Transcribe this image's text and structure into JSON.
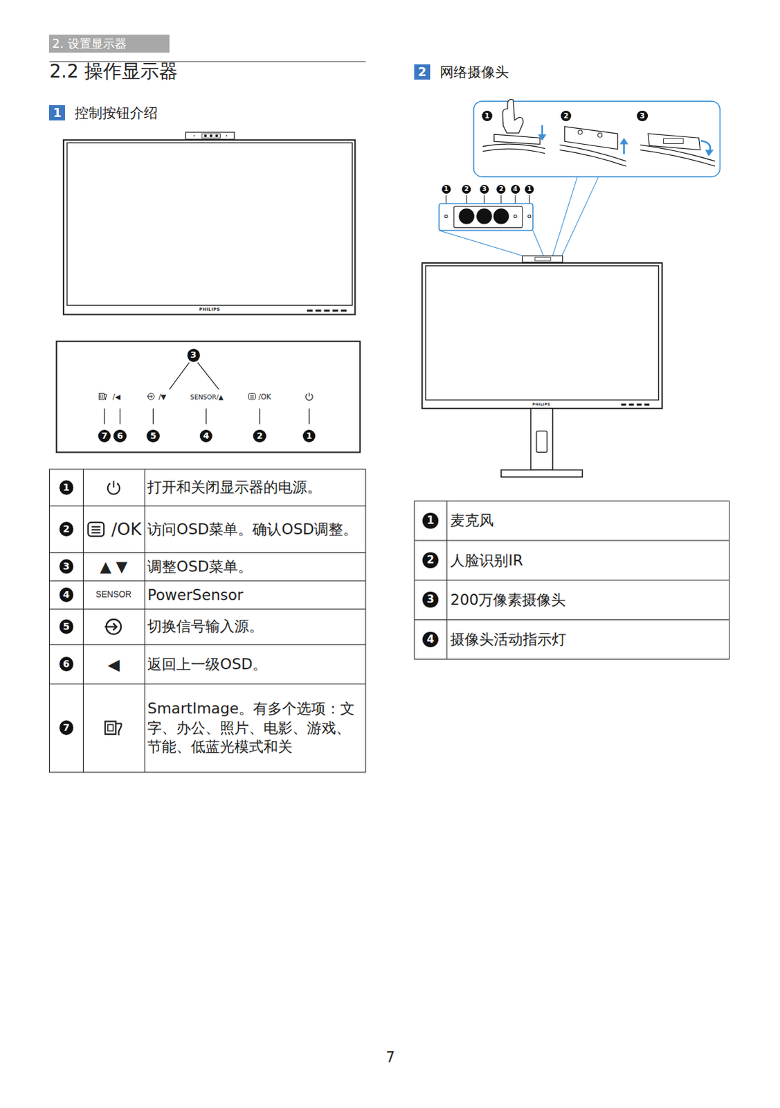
{
  "diagram": {
    "title": "2.2 操作显示器",
    "nodes": [
      {
        "text": [
          "2. 设置显示器"
        ]
      },
      {
        "text": [
          "1",
          "控制按钮介绍"
        ]
      },
      {
        "text": [
          "2",
          "网络摄像头"
        ]
      }
    ],
    "labels": [
      "PHILIPS",
      "3",
      "/◀",
      "/▼",
      "SENSOR/▲",
      "/OK",
      "7",
      "6",
      "5",
      "4",
      "2",
      "1",
      "1",
      "打开和关闭显示器的电源。",
      "2",
      "/OK",
      "访问OSD菜单。确认OSD调整。",
      "3",
      "▲ ▼",
      "调整OSD菜单。",
      "4",
      "SENSOR",
      "PowerSensor",
      "5",
      "切换信号输入源。",
      "6",
      "◀",
      "返回上一级OSD。",
      "7",
      "SmartImage。有多个选项：文字、办公、照片、电影、游戏、节能、低蓝光模式和关",
      "1",
      "2",
      "3",
      "1",
      "2",
      "3",
      "2",
      "4",
      "1",
      "PHILIPS",
      "1",
      "麦克风",
      "2",
      "人脸识别IR",
      "3",
      "200万像素摄像头",
      "4",
      "摄像头活动指示灯",
      "7"
    ]
  }
}
